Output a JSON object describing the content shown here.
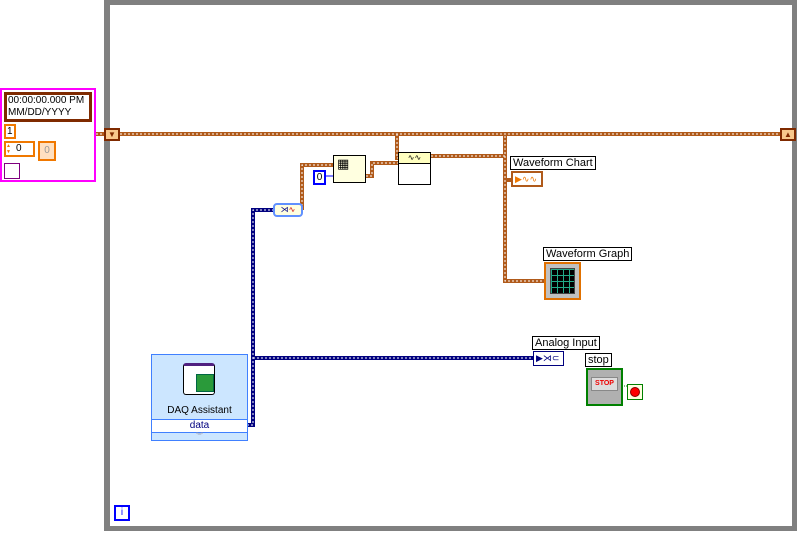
{
  "cluster": {
    "timestamp": "00:00:00.000 PM",
    "date_format": "MM/DD/YYYY",
    "index": "1",
    "numeric": "0",
    "indicator": "0"
  },
  "labels": {
    "waveform_chart": "Waveform Chart",
    "waveform_graph": "Waveform Graph",
    "analog_input": "Analog Input",
    "stop": "stop",
    "stop_button": "STOP"
  },
  "daq": {
    "title": "DAQ Assistant",
    "output": "data"
  },
  "constant": "0",
  "loop": {
    "iteration_terminal": "i"
  },
  "colors": {
    "orange_wire": "#c0641e",
    "blue_wire": "#00007f",
    "loop_border": "#808080",
    "daq_bg": "#cce6ff",
    "stop_green": "#008000"
  }
}
